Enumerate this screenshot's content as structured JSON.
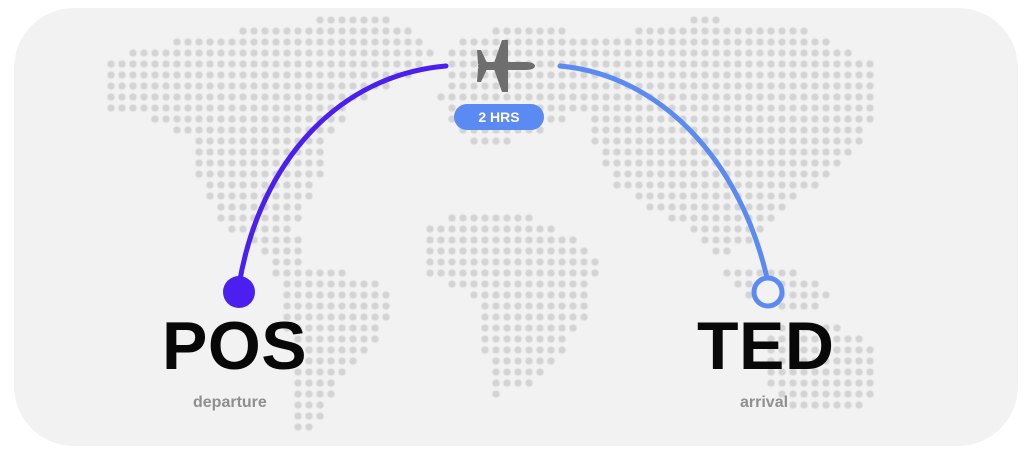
{
  "flight": {
    "departure": {
      "code": "POS",
      "label": "departure"
    },
    "arrival": {
      "code": "TED",
      "label": "arrival"
    },
    "duration": "2 HRS"
  },
  "icons": {
    "plane": "plane-icon",
    "departure_marker": "filled-circle-icon",
    "arrival_marker": "hollow-circle-icon"
  },
  "colors": {
    "card_background": "#f2f2f2",
    "map_dots": "#d3d3d3",
    "departure_arc": "#4a1ff0",
    "arrival_arc": "#5b8af2",
    "plane": "#6e6e6e",
    "badge": "#5b8af2",
    "code_text": "#080808",
    "label_text": "#8f8f8f"
  }
}
